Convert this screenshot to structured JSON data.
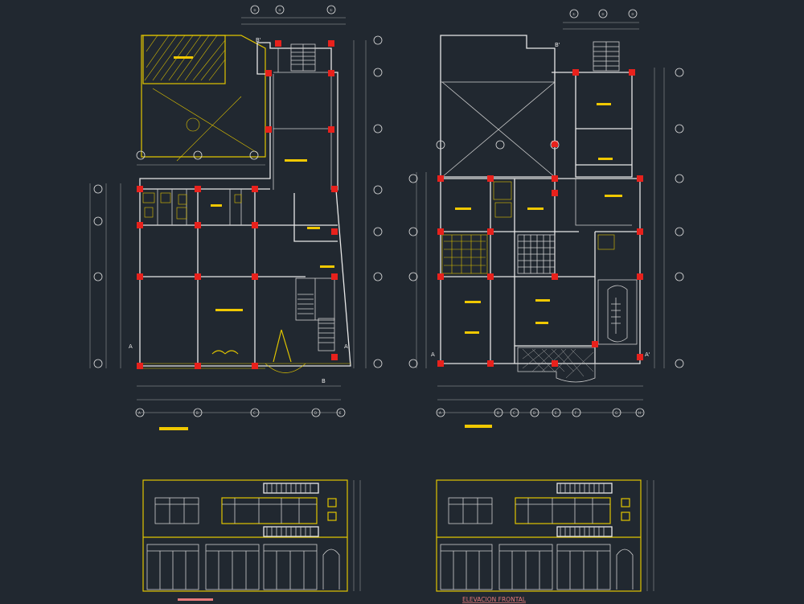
{
  "colors": {
    "background": "#212830",
    "wall": "#e8e8e8",
    "furniture": "#e0c400",
    "column": "#e8211c",
    "label_bar": "#f0c800",
    "elevation_title": "#e87a7a"
  },
  "plans": [
    {
      "id": "plan-1",
      "grid_top": [
        "②",
        "③",
        "①"
      ],
      "grid_bottom": [
        "A",
        "B",
        "C",
        "D",
        "E"
      ],
      "section_marks": [
        "A",
        "A'",
        "B",
        "B'"
      ]
    },
    {
      "id": "plan-2",
      "grid_top": [
        "①",
        "②",
        "③"
      ],
      "grid_bottom": [
        "A",
        "B",
        "C",
        "D",
        "E",
        "F",
        "G",
        "H"
      ],
      "section_marks": [
        "A",
        "A'",
        "B'"
      ]
    }
  ],
  "elevations": [
    {
      "id": "elevation-1",
      "title": ""
    },
    {
      "id": "elevation-2",
      "title": "ELEVACION FRONTAL"
    }
  ]
}
